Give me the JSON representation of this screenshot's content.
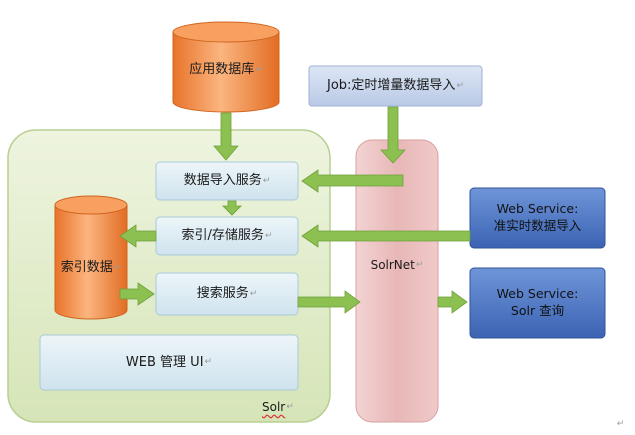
{
  "nodes": {
    "app_db": "应用数据库",
    "job": "Job:定时增量数据导入",
    "import_service": "数据导入服务",
    "index_service": "索引/存储服务",
    "search_service": "搜索服务",
    "index_data": "索引数据",
    "web_admin": "WEB 管理 UI",
    "solr": "Solr",
    "solrnet": "SolrNet",
    "ws_import": "Web Service:\n准实时数据导入",
    "ws_query": "Web Service:\nSolr 查询"
  },
  "colors": {
    "orange": "#f0843a",
    "blue": "#4a74c4",
    "green_container": "#dfeac8",
    "pink_bar": "#edc3c3",
    "service_box": "#deedf4",
    "arrow_green": "#8cc152"
  }
}
